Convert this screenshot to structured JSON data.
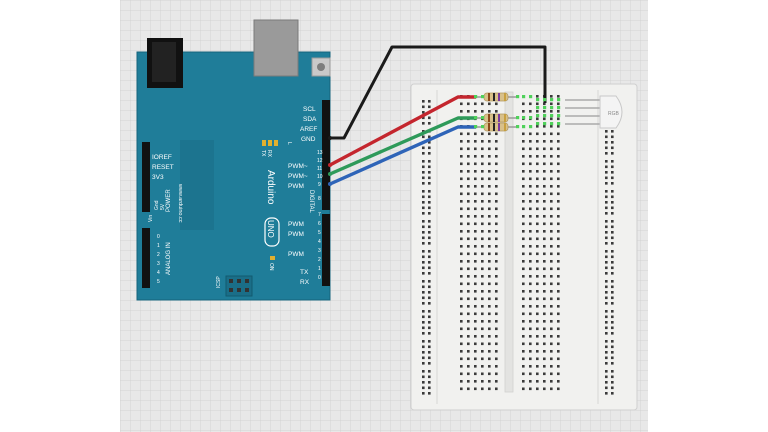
{
  "board": {
    "name": "Arduino",
    "model": "UNO",
    "website": "www.arduino.cc",
    "left_header_labels": [
      "IOREF",
      "RESET",
      "3V3",
      "5V",
      "Gnd",
      "Gnd",
      "Vin"
    ],
    "power_label": "POWER",
    "analog_label": "ANALOG IN",
    "analog_pins": [
      "0",
      "1",
      "2",
      "3",
      "4",
      "5"
    ],
    "top_right_labels": [
      "SCL",
      "SDA",
      "AREF",
      "GND"
    ],
    "pwm_labels": [
      "PWM~",
      "PWM~",
      "PWM",
      "PWM",
      "PWM",
      "PWM"
    ],
    "digital_label": "DIGITAL",
    "tx_label": "TX",
    "rx_label": "RX",
    "led_labels": [
      "L",
      "TX",
      "RX"
    ],
    "on_label": "ON",
    "icsp_label": "ICSP",
    "pin_numbers_top": [
      "13",
      "12",
      "11",
      "10",
      "9",
      "8"
    ],
    "pin_numbers_bottom": [
      "7",
      "6",
      "5",
      "4",
      "3",
      "2",
      "1",
      "0"
    ]
  },
  "rgb_led_label": "RGB",
  "colors": {
    "board": "#1f7d99",
    "wire_black": "#1a1a1a",
    "wire_red": "#c4262e",
    "wire_green": "#2e9a5a",
    "wire_blue": "#2e64b8",
    "grid_bg": "#e6e6e6",
    "breadboard": "#f0f0ee"
  }
}
